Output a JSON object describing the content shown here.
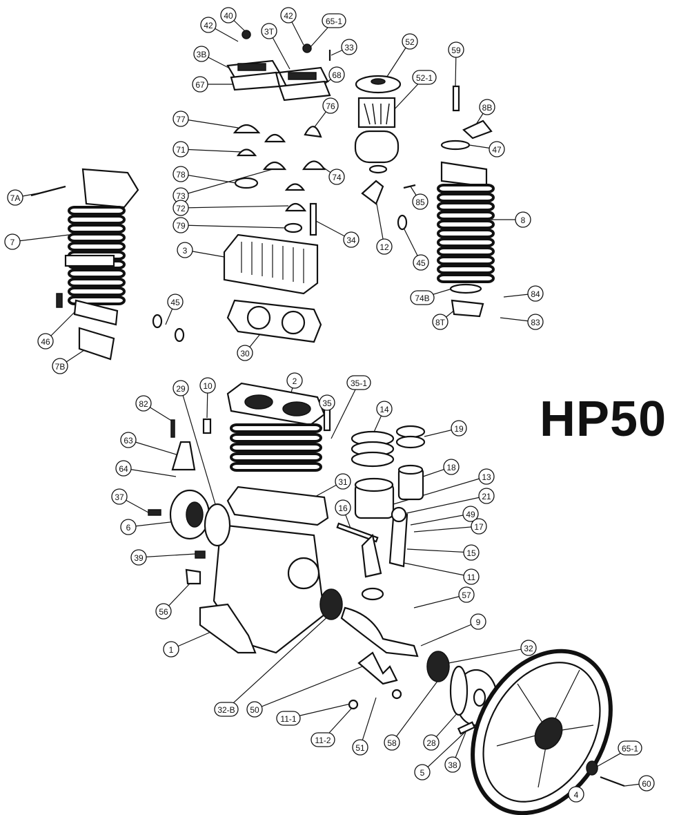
{
  "title": "HP50",
  "callouts": [
    "40",
    "42",
    "65-1",
    "42",
    "3T",
    "33",
    "52",
    "59",
    "3B",
    "68",
    "67",
    "52-1",
    "8B",
    "77",
    "76",
    "47",
    "71",
    "74",
    "78",
    "7A",
    "73",
    "85",
    "72",
    "8",
    "79",
    "34",
    "7",
    "12",
    "3",
    "45",
    "74B",
    "84",
    "8T",
    "83",
    "45",
    "46",
    "7B",
    "30",
    "29",
    "10",
    "2",
    "35",
    "35-1",
    "14",
    "19",
    "82",
    "63",
    "18",
    "64",
    "13",
    "31",
    "21",
    "37",
    "16",
    "49",
    "17",
    "6",
    "15",
    "39",
    "11",
    "57",
    "56",
    "9",
    "1",
    "32",
    "32-B",
    "50",
    "11-1",
    "11-2",
    "51",
    "58",
    "28",
    "5",
    "38",
    "65-1",
    "60",
    "4"
  ]
}
